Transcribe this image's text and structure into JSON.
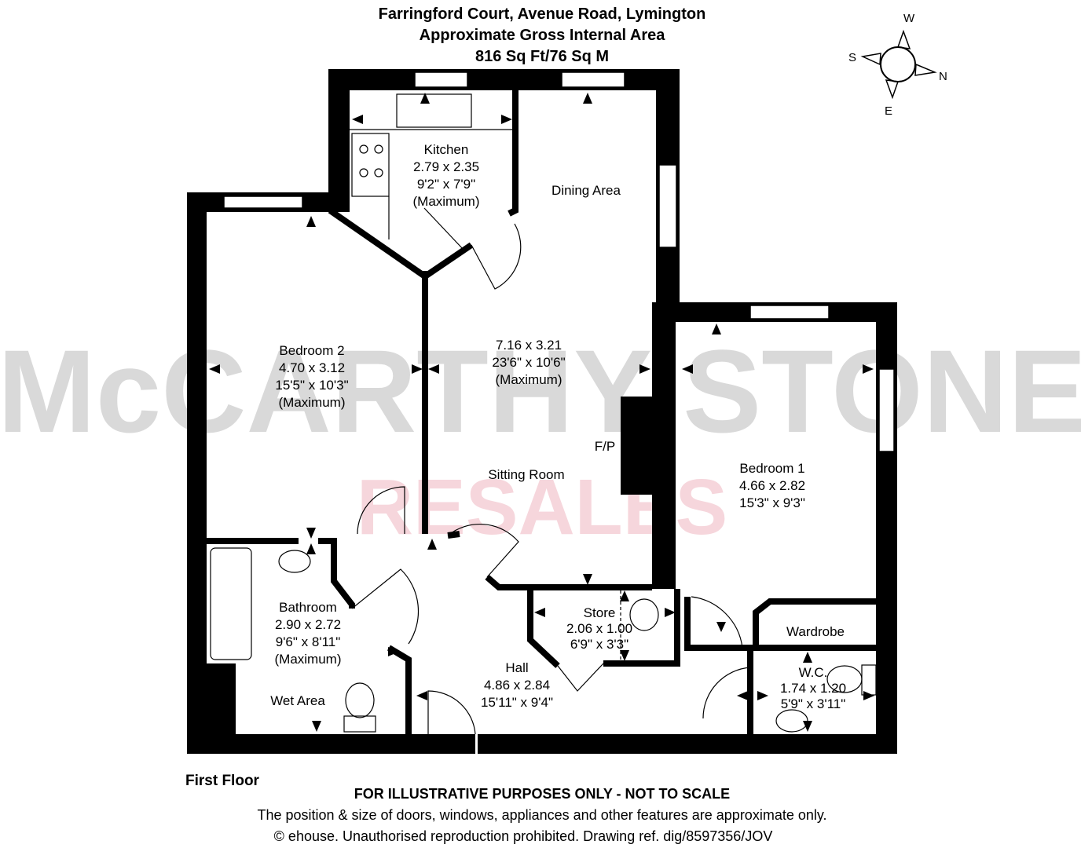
{
  "header": {
    "title": "Farringford Court, Avenue Road, Lymington",
    "subtitle": "Approximate Gross Internal Area",
    "area": "816 Sq Ft/76 Sq M"
  },
  "compass": {
    "w": "W",
    "s": "S",
    "n": "N",
    "e": "E"
  },
  "watermark": {
    "brand": "McCARTHY STONE",
    "sub": "RESALES",
    "brand_color": "#d9d9d9",
    "sub_color": "#f6d6dc"
  },
  "rooms": {
    "kitchen": {
      "name": "Kitchen",
      "metric": "2.79 x 2.35",
      "imperial": "9'2\" x 7'9\"",
      "note": "(Maximum)"
    },
    "dining": {
      "name": "Dining Area"
    },
    "sitting": {
      "name": "Sitting Room",
      "metric": "7.16 x 3.21",
      "imperial": "23'6\" x 10'6\"",
      "note": "(Maximum)",
      "fp": "F/P"
    },
    "bedroom2": {
      "name": "Bedroom 2",
      "metric": "4.70 x 3.12",
      "imperial": "15'5\" x 10'3\"",
      "note": "(Maximum)"
    },
    "bedroom1": {
      "name": "Bedroom 1",
      "metric": "4.66 x 2.82",
      "imperial": "15'3\" x 9'3\""
    },
    "bathroom": {
      "name": "Bathroom",
      "metric": "2.90 x 2.72",
      "imperial": "9'6\" x 8'11\"",
      "note": "(Maximum)",
      "wet": "Wet Area"
    },
    "store": {
      "name": "Store",
      "metric": "2.06 x 1.00",
      "imperial": "6'9\" x 3'3\""
    },
    "hall": {
      "name": "Hall",
      "metric": "4.86 x 2.84",
      "imperial": "15'11\" x 9'4\""
    },
    "wardrobe": {
      "name": "Wardrobe"
    },
    "wc": {
      "name": "W.C.",
      "metric": "1.74 x 1.20",
      "imperial": "5'9\" x 3'11\""
    }
  },
  "footer": {
    "floor": "First Floor",
    "disclaimer": "FOR ILLUSTRATIVE PURPOSES ONLY - NOT TO SCALE",
    "note": "The position & size of doors, windows, appliances and other features are approximate only.",
    "copyright": "© ehouse. Unauthorised reproduction prohibited. Drawing ref. dig/8597356/JOV"
  }
}
